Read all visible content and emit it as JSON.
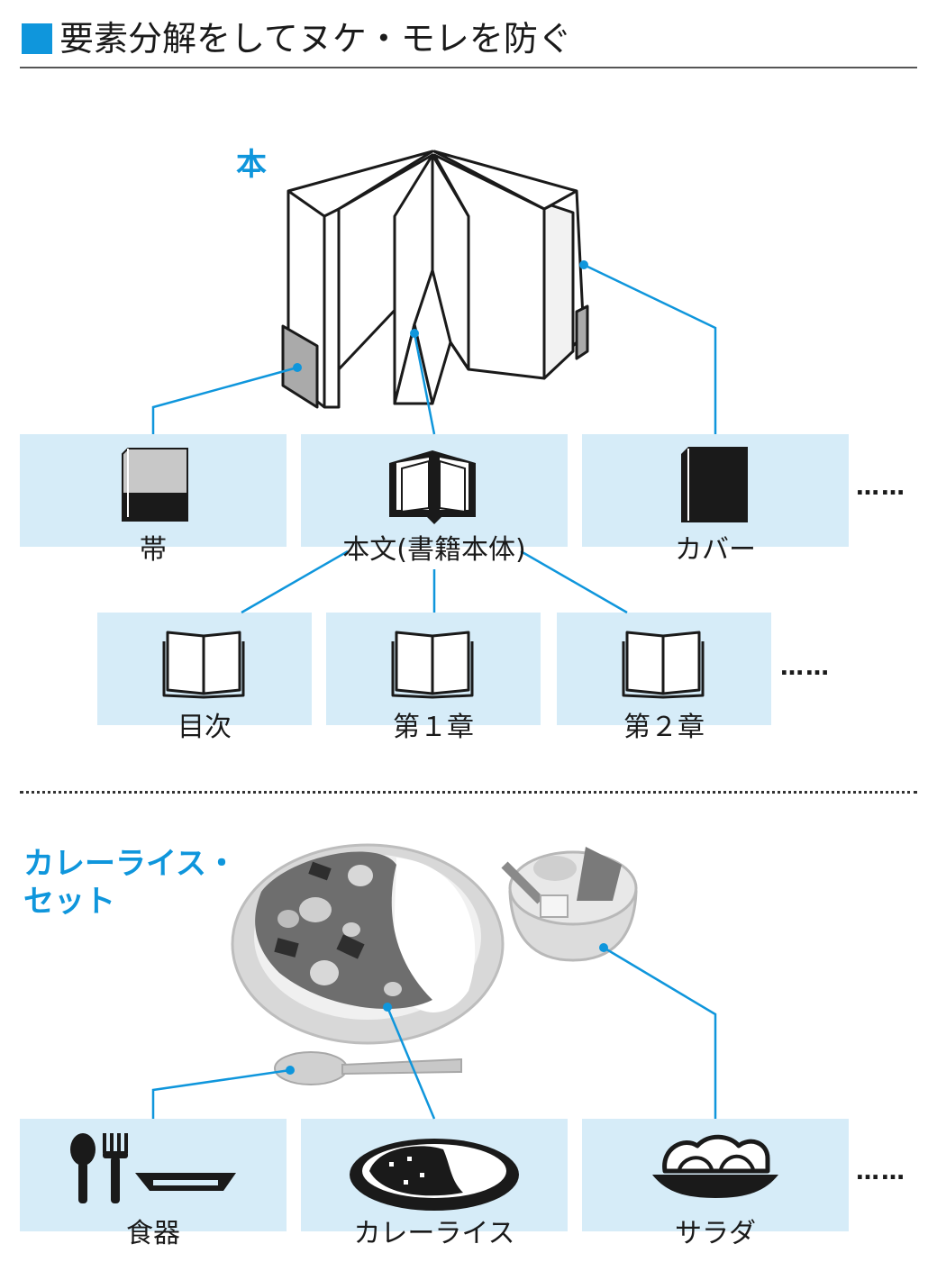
{
  "title": {
    "text": "要素分解をしてヌケ・モレを防ぐ"
  },
  "book_section": {
    "label": "本",
    "level1": [
      {
        "label": "帯",
        "icon": "book-with-band-icon"
      },
      {
        "label": "本文(書籍本体)",
        "icon": "open-book-icon"
      },
      {
        "label": "カバー",
        "icon": "closed-book-icon"
      }
    ],
    "level1_more": "……",
    "level2": [
      {
        "label": "目次",
        "icon": "open-book-outline-icon"
      },
      {
        "label": "第１章",
        "icon": "open-book-outline-icon"
      },
      {
        "label": "第２章",
        "icon": "open-book-outline-icon"
      }
    ],
    "level2_more": "……"
  },
  "curry_section": {
    "label_line1": "カレーライス・",
    "label_line2": "セット",
    "items": [
      {
        "label": "食器",
        "icon": "tableware-icon"
      },
      {
        "label": "カレーライス",
        "icon": "curry-plate-icon"
      },
      {
        "label": "サラダ",
        "icon": "salad-bowl-icon"
      }
    ],
    "more": "……"
  },
  "colors": {
    "accent": "#0f96dc",
    "box_fill": "#d6ecf8",
    "ink": "#1a1a1a",
    "band_gray": "#aaaaaa"
  }
}
